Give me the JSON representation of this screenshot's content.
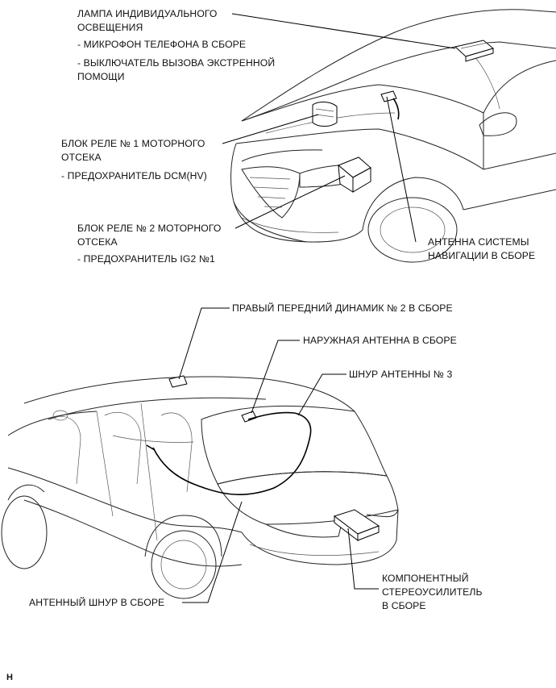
{
  "top_labels": {
    "lamp": "ЛАМПА ИНДИВИДУАЛЬНОГО\nОСВЕЩЕНИЯ",
    "mic": "- МИКРОФОН ТЕЛЕФОНА В СБОРЕ",
    "sos": "- ВЫКЛЮЧАТЕЛЬ ВЫЗОВА ЭКСТРЕННОЙ\nПОМОЩИ",
    "relay1": "БЛОК РЕЛЕ № 1 МОТОРНОГО\nОТСЕКА",
    "fuse_dcm": "- ПРЕДОХРАНИТЕЛЬ DCM(HV)",
    "relay2": "БЛОК РЕЛЕ № 2 МОТОРНОГО\nОТСЕКА",
    "fuse_ig2": "- ПРЕДОХРАНИТЕЛЬ IG2 №1",
    "nav_antenna": "АНТЕННА СИСТЕМЫ\nНАВИГАЦИИ В СБОРЕ"
  },
  "bottom_labels": {
    "speaker": "ПРАВЫЙ ПЕРЕДНИЙ ДИНАМИК № 2 В СБОРЕ",
    "outer_antenna": "НАРУЖНАЯ АНТЕННА В СБОРЕ",
    "cord3": "ШНУР АНТЕННЫ № 3",
    "antenna_cord": "АНТЕННЫЙ ШНУР В СБОРЕ",
    "amplifier": "КОМПОНЕНТНЫЙ\nСТЕРЕОУСИЛИТЕЛЬ\nВ СБОРЕ"
  },
  "figure_code": "H"
}
